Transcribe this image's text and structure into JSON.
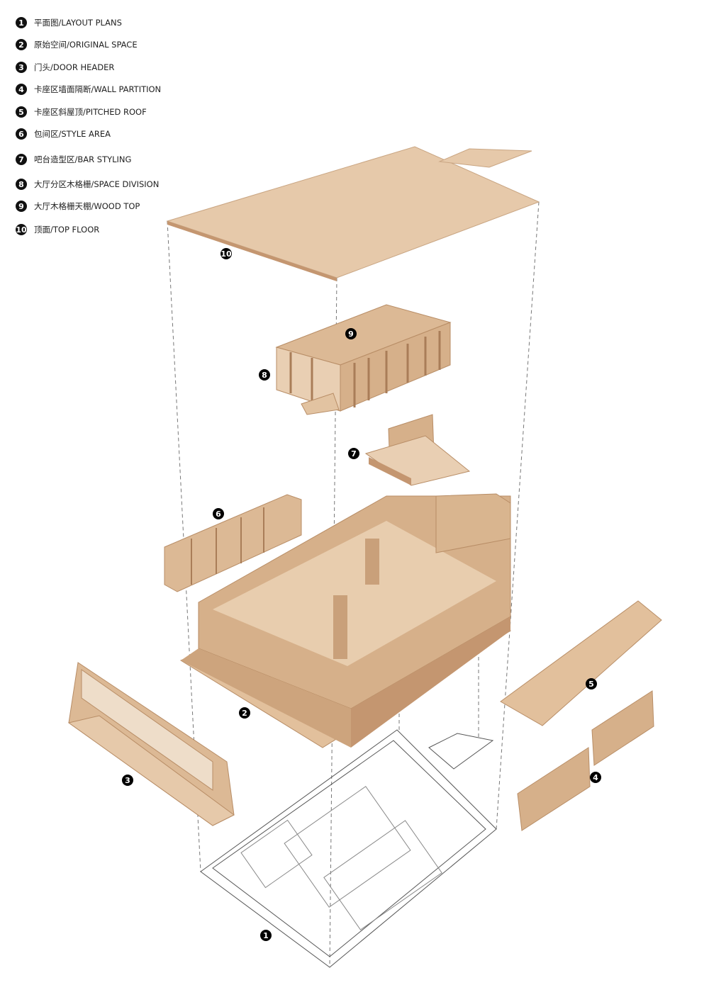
{
  "legend": [
    {
      "num": "1",
      "label": "平面图/LAYOUT PLANS"
    },
    {
      "num": "2",
      "label": "原始空间/ORIGINAL SPACE"
    },
    {
      "num": "3",
      "label": "门头/DOOR HEADER"
    },
    {
      "num": "4",
      "label": "卡座区墙面隔断/WALL PARTITION"
    },
    {
      "num": "5",
      "label": "卡座区斜屋顶/PITCHED ROOF"
    },
    {
      "num": "6",
      "label": "包间区/STYLE AREA"
    },
    {
      "num": "7",
      "label": "吧台造型区/BAR STYLING"
    },
    {
      "num": "8",
      "label": "大厅分区木格栅/SPACE DIVISION"
    },
    {
      "num": "9",
      "label": "大厅木格栅天棚/WOOD TOP"
    },
    {
      "num": "10",
      "label": "顶面/TOP FLOOR"
    }
  ],
  "colors": {
    "wood_light": "#e9cfb3",
    "wood_mid": "#d9b58f",
    "wood_dark": "#c49670",
    "line": "#555555"
  }
}
